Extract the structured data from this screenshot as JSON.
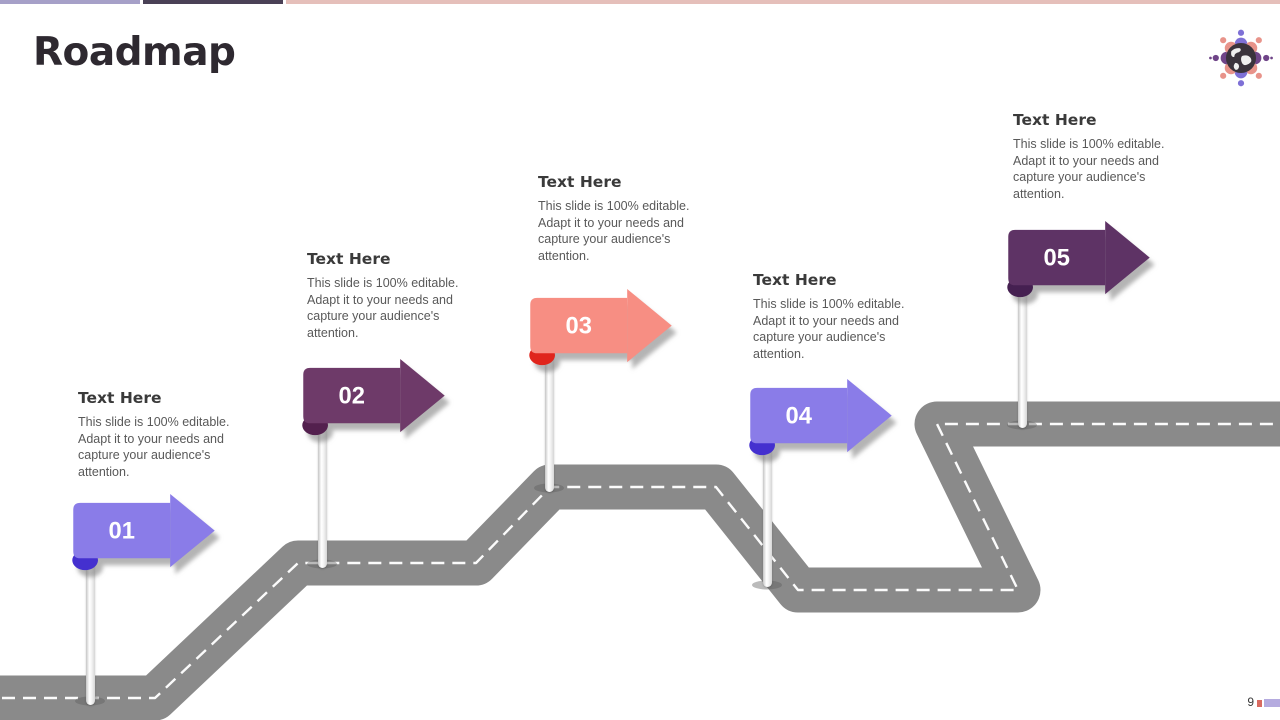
{
  "slide": {
    "title": "Roadmap",
    "page_number": "9"
  },
  "top_bar": {
    "segment1_color": "#a6a0c8",
    "segment2_color": "#4a4156",
    "segment3_color": "#e5bfba"
  },
  "logo": {
    "globe_color": "#3a333c",
    "continent_color": "#ffffff",
    "person_periwinkle": "#7e70d6",
    "person_salmon": "#e8938a",
    "person_purple": "#6f4488"
  },
  "road": {
    "color": "#8a8a8a",
    "dash_color": "#fbfbfb",
    "foot_shadow_color": "#5e5e5e"
  },
  "milestones": [
    {
      "number": "01",
      "heading": "Text Here",
      "description": "This slide is 100% editable. Adapt it to your needs and capture your audience's attention.",
      "arrow_color": "#8a7ce8",
      "fold_color": "#4430cf"
    },
    {
      "number": "02",
      "heading": "Text Here",
      "description": "This slide is 100% editable. Adapt it to your needs and capture your audience's attention.",
      "arrow_color": "#6e3a69",
      "fold_color": "#53204e"
    },
    {
      "number": "03",
      "heading": "Text Here",
      "description": "This slide is 100% editable. Adapt it to your needs and capture your audience's attention.",
      "arrow_color": "#f78e83",
      "fold_color": "#e0251c"
    },
    {
      "number": "04",
      "heading": "Text Here",
      "description": "This slide is 100% editable. Adapt it to your needs and capture your audience's attention.",
      "arrow_color": "#8a7ce8",
      "fold_color": "#4430cf"
    },
    {
      "number": "05",
      "heading": "Text Here",
      "description": "This slide is 100% editable. Adapt it to your needs and capture your audience's attention.",
      "arrow_color": "#5e3365",
      "fold_color": "#452051"
    }
  ],
  "footer": {
    "square_color": "#d96a60",
    "bar_color": "#b5abdf"
  }
}
